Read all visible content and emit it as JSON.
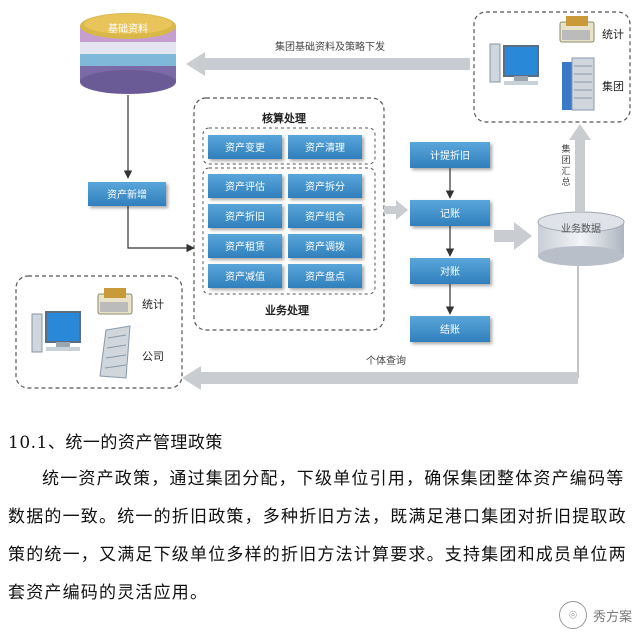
{
  "diagram": {
    "db_top_label": "基础资料",
    "arrow_top_label": "集团基础资料及策略下发",
    "top_right_group": {
      "stat_label": "统计",
      "group_label": "集团"
    },
    "bottom_left_group": {
      "stat_label": "统计",
      "company_label": "公司"
    },
    "asset_add_label": "资产新增",
    "accounting": {
      "title": "核算处理",
      "buttons": [
        "资产变更",
        "资产清理"
      ]
    },
    "business": {
      "title": "业务处理",
      "buttons": [
        "资产评估",
        "资产拆分",
        "资产折旧",
        "资产组合",
        "资产租赁",
        "资产调拨",
        "资产减值",
        "资产盘点"
      ]
    },
    "flow_steps": [
      "计提折旧",
      "记账",
      "对账",
      "结账"
    ],
    "biz_data_label": "业务数据",
    "group_summary_label": "集团汇总",
    "individual_query_label": "个体查询"
  },
  "text": {
    "heading": "10.1、统一的资产管理政策",
    "paragraph": "统一资产政策，通过集团分配，下级单位引用，确保集团整体资产编码等数据的一致。统一的折旧政策，多种折旧方法，既满足港口集团对折旧提取政策的统一，又满足下级单位多样的折旧方法计算要求。支持集团和成员单位两套资产编码的灵活应用。",
    "watermark": "秀方案"
  },
  "colors": {
    "box_blue": "#3f8fc8",
    "arrow_gray": "#c9ccd1",
    "line_dark": "#3a3a3a"
  }
}
